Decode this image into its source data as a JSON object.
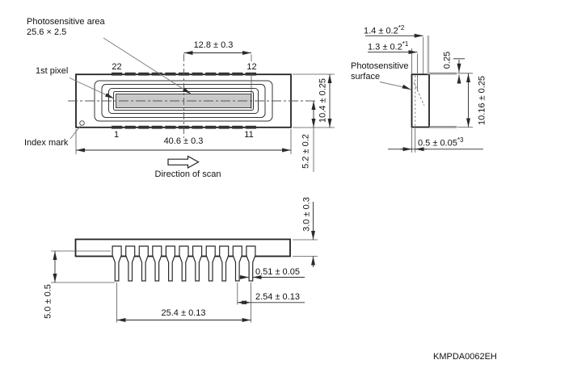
{
  "drawing_code": "KMPDA0062EH",
  "colors": {
    "line": "#2a2a2a",
    "lead_gray": "#9a9a9a",
    "area_fill": "#c9c9c9"
  },
  "top_view": {
    "labels": {
      "photosensitive_area_line1": "Photosensitive area",
      "photosensitive_area_line2": "25.6 × 2.5",
      "first_pixel": "1st pixel",
      "index_mark": "Index mark",
      "direction_of_scan": "Direction of scan",
      "pin_top_left": "22",
      "pin_top_right": "12",
      "pin_bottom_left": "1",
      "pin_bottom_right": "11"
    },
    "dimensions": {
      "center_to_area_edge": "12.8 ± 0.3",
      "package_length": "40.6 ± 0.3",
      "package_width": "10.4 ± 0.25",
      "center_to_bottom": "5.2 ± 0.2"
    }
  },
  "side_view": {
    "labels": {
      "photosensitive_surface_line1": "Photosensitive",
      "photosensitive_surface_line2": "surface"
    },
    "dimensions": {
      "face_to_lead": {
        "text": "1.4 ± 0.2",
        "sup": "*2"
      },
      "face_to_chip": {
        "text": "1.3 ± 0.2",
        "sup": "*1"
      },
      "lead_thickness": "0.25",
      "lead_row_gap": "10.16 ± 0.25",
      "window_thickness": {
        "text": "0.5 ± 0.05",
        "sup": "*3"
      }
    }
  },
  "front_view": {
    "dimensions": {
      "body_thickness": "3.0 ± 0.3",
      "lead_length": "5.0 ± 0.5",
      "lead_width": "0.51 ± 0.05",
      "lead_pitch": "2.54 ± 0.13",
      "lead_span": "25.4 ± 0.13"
    }
  }
}
